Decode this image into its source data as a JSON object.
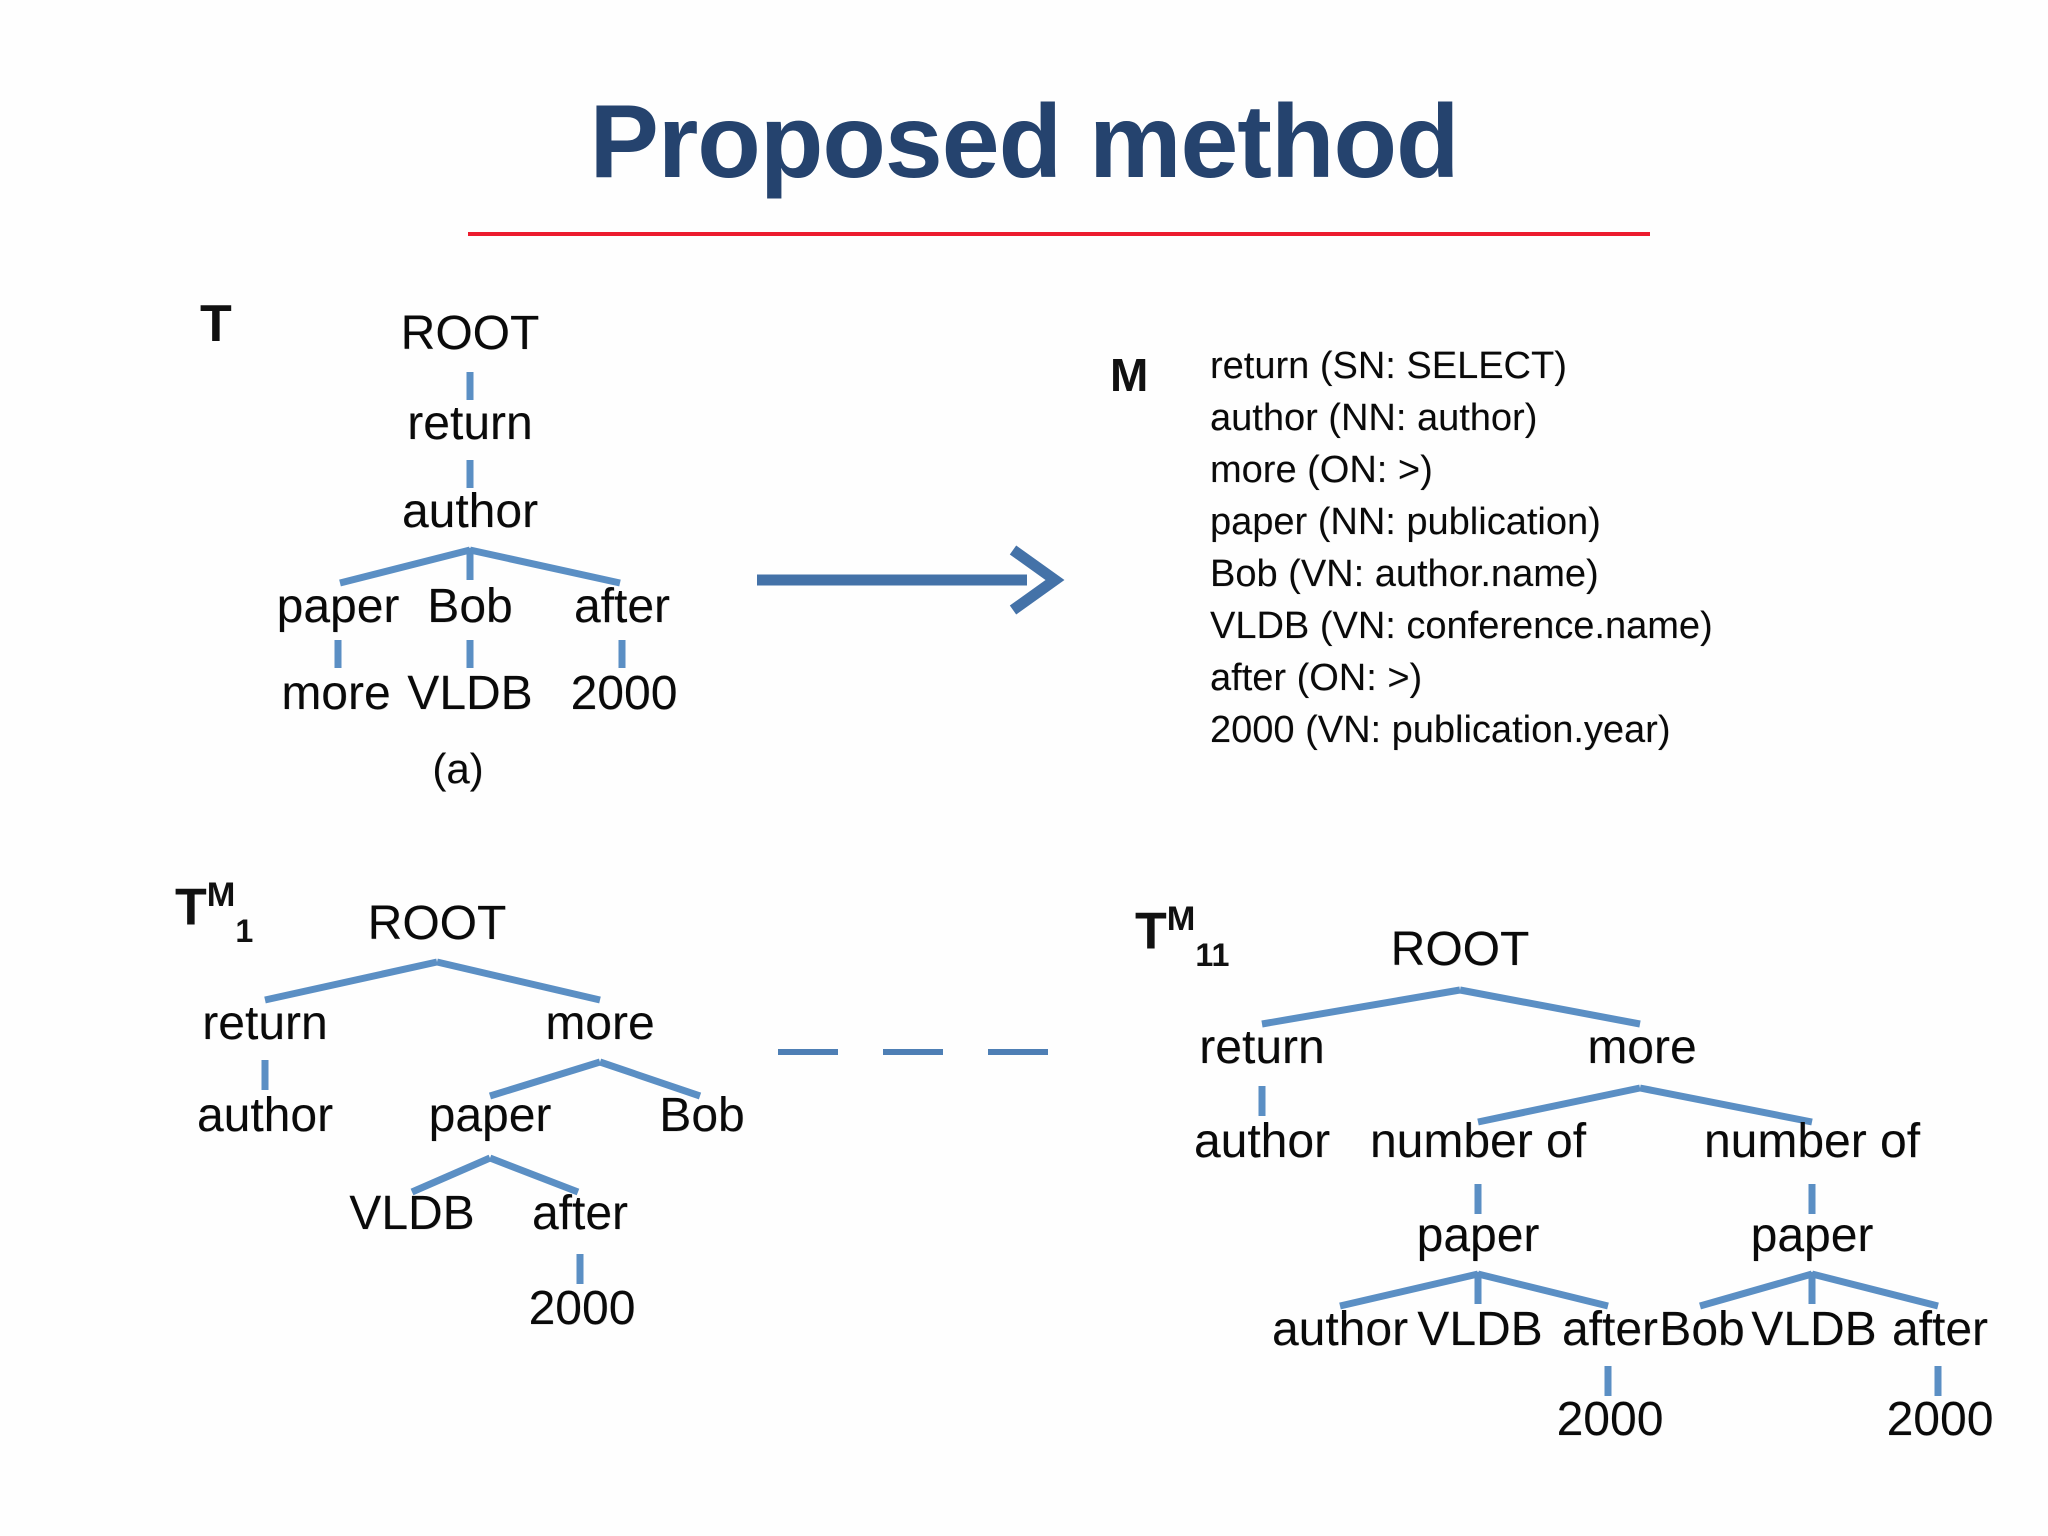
{
  "slide": {
    "title": "Proposed method",
    "title_color": "#25436E",
    "rule_color": "#EC1C2E",
    "edge_color": "#5B8FC4",
    "arrow_color": "#4472A8",
    "background": "#FEFEFE"
  },
  "tree_t": {
    "label_base": "T",
    "caption": "(a)",
    "nodes": {
      "root": "ROOT",
      "return": "return",
      "author": "author",
      "paper": "paper",
      "bob": "Bob",
      "after": "after",
      "more": "more",
      "vldb": "VLDB",
      "year": "2000"
    }
  },
  "mapping": {
    "label": "M",
    "items": [
      "return (SN: SELECT)",
      "author (NN: author)",
      "more (ON: >)",
      "paper (NN: publication)",
      "Bob (VN: author.name)",
      "VLDB (VN: conference.name)",
      "after (ON: >)",
      "2000 (VN: publication.year)"
    ]
  },
  "tree_tm1": {
    "label_base": "T",
    "label_sup": "M",
    "label_sub": "1",
    "nodes": {
      "root": "ROOT",
      "return": "return",
      "more": "more",
      "author": "author",
      "paper": "paper",
      "bob": "Bob",
      "vldb": "VLDB",
      "after": "after",
      "year": "2000"
    }
  },
  "tree_tm11": {
    "label_base": "T",
    "label_sup": "M",
    "label_sub": "11",
    "nodes": {
      "root": "ROOT",
      "return": "return",
      "more": "more",
      "author": "author",
      "numberof_left": "number of",
      "numberof_right": "number of",
      "paper_left": "paper",
      "paper_right": "paper",
      "leaf_author": "author",
      "leaf_vldb_left": "VLDB",
      "leaf_after_left": "after",
      "leaf_bob": "Bob",
      "leaf_vldb_right": "VLDB",
      "leaf_after_right": "after",
      "year_left": "2000",
      "year_right": "2000"
    }
  },
  "chart_data": {
    "type": "diagram",
    "title": "Proposed method",
    "description": "Three dependency/query trees plus a term-to-schema mapping list",
    "panels": [
      {
        "name": "T",
        "caption": "(a)",
        "edges": [
          [
            "ROOT",
            "return"
          ],
          [
            "return",
            "author"
          ],
          [
            "author",
            "paper"
          ],
          [
            "author",
            "Bob"
          ],
          [
            "author",
            "after"
          ],
          [
            "paper",
            "more"
          ],
          [
            "Bob",
            "VLDB"
          ],
          [
            "after",
            "2000"
          ]
        ]
      },
      {
        "name": "M",
        "mappings": [
          {
            "term": "return",
            "type": "SN",
            "target": "SELECT"
          },
          {
            "term": "author",
            "type": "NN",
            "target": "author"
          },
          {
            "term": "more",
            "type": "ON",
            "target": ">"
          },
          {
            "term": "paper",
            "type": "NN",
            "target": "publication"
          },
          {
            "term": "Bob",
            "type": "VN",
            "target": "author.name"
          },
          {
            "term": "VLDB",
            "type": "VN",
            "target": "conference.name"
          },
          {
            "term": "after",
            "type": "ON",
            "target": ">"
          },
          {
            "term": "2000",
            "type": "VN",
            "target": "publication.year"
          }
        ]
      },
      {
        "name": "T^M_1",
        "edges": [
          [
            "ROOT",
            "return"
          ],
          [
            "ROOT",
            "more"
          ],
          [
            "return",
            "author"
          ],
          [
            "more",
            "paper"
          ],
          [
            "more",
            "Bob"
          ],
          [
            "paper",
            "VLDB"
          ],
          [
            "paper",
            "after"
          ],
          [
            "after",
            "2000"
          ]
        ]
      },
      {
        "name": "T^M_11",
        "edges": [
          [
            "ROOT",
            "return"
          ],
          [
            "ROOT",
            "more"
          ],
          [
            "return",
            "author"
          ],
          [
            "more",
            "number of (left)"
          ],
          [
            "more",
            "number of (right)"
          ],
          [
            "number of (left)",
            "paper (left)"
          ],
          [
            "number of (right)",
            "paper (right)"
          ],
          [
            "paper (left)",
            "author"
          ],
          [
            "paper (left)",
            "VLDB"
          ],
          [
            "paper (left)",
            "after"
          ],
          [
            "after (left)",
            "2000"
          ],
          [
            "paper (right)",
            "Bob"
          ],
          [
            "paper (right)",
            "VLDB"
          ],
          [
            "paper (right)",
            "after"
          ],
          [
            "after (right)",
            "2000"
          ]
        ]
      }
    ]
  }
}
